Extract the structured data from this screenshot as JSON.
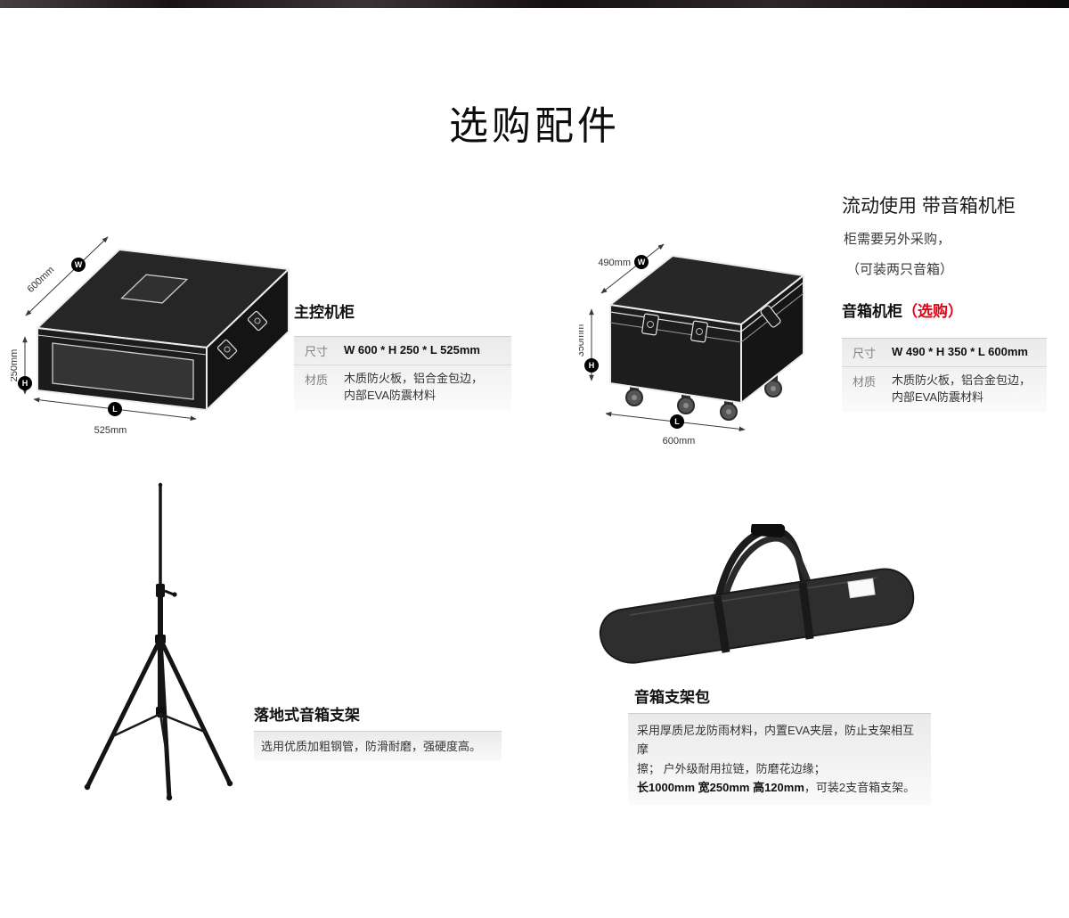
{
  "page": {
    "title": "选购配件"
  },
  "colors": {
    "accent_red": "#e60012"
  },
  "main_cabinet": {
    "name": "主控机柜",
    "dims": {
      "w": "600mm",
      "w_badge": "W",
      "h": "250mm",
      "h_badge": "H",
      "l": "525mm",
      "l_badge": "L"
    },
    "specs": {
      "size_label": "尺寸",
      "size_value": "W 600 * H 250 * L 525mm",
      "material_label": "材质",
      "material_value": "木质防火板，铝合金包边，\n内部EVA防震材料"
    }
  },
  "speaker_cabinet": {
    "heading": "流动使用 带音箱机柜",
    "note1": "柜需要另外采购，",
    "note2": "（可装两只音箱）",
    "name": "音箱机柜",
    "name_option": "（选购）",
    "dims": {
      "w": "490mm",
      "w_badge": "W",
      "h": "350mm",
      "h_badge": "H",
      "l": "600mm",
      "l_badge": "L"
    },
    "specs": {
      "size_label": "尺寸",
      "size_value": "W 490 * H 350 * L 600mm",
      "material_label": "材质",
      "material_value": "木质防火板，铝合金包边，\n内部EVA防震材料"
    }
  },
  "stand": {
    "name": "落地式音箱支架",
    "desc": "选用优质加粗钢管，防滑耐磨，强硬度高。"
  },
  "bag": {
    "name": "音箱支架包",
    "desc_part1": "采用厚质尼龙防雨材料，内置EVA夹层，防止支架相互摩\n擦； 户外级耐用拉链，防磨花边缘；\n",
    "desc_bold": "长1000mm 宽250mm 高120mm",
    "desc_part2": "，可装2支音箱支架。"
  }
}
